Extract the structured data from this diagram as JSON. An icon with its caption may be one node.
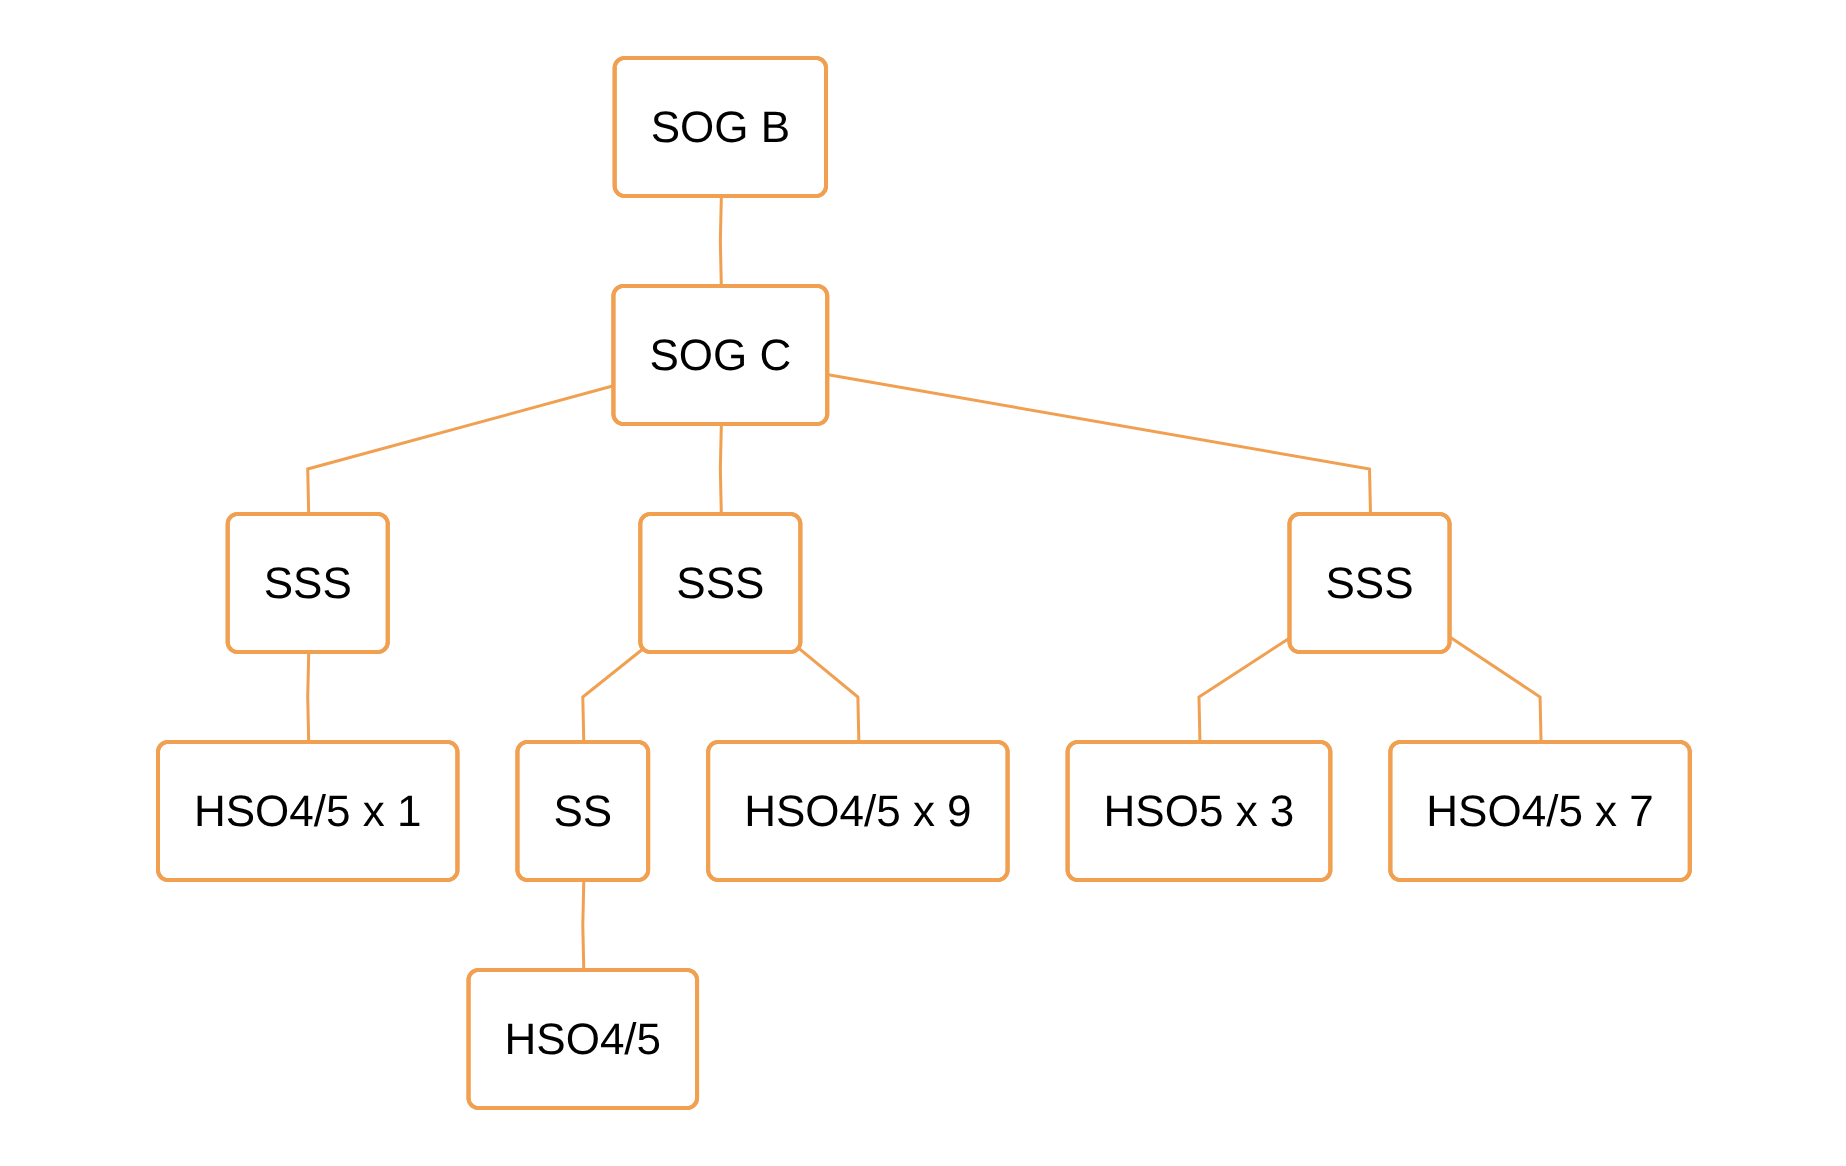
{
  "diagram": {
    "nodes": [
      {
        "text": [
          "SOG B"
        ]
      },
      {
        "text": [
          "SOG C"
        ]
      },
      {
        "text": [
          "SSS"
        ]
      },
      {
        "text": [
          "SSS"
        ]
      },
      {
        "text": [
          "SSS"
        ]
      },
      {
        "text": [
          "HSO4/5 x 1"
        ]
      },
      {
        "text": [
          "SS"
        ]
      },
      {
        "text": [
          "HSO4/5 x 9"
        ]
      },
      {
        "text": [
          "HSO5 x 3"
        ]
      },
      {
        "text": [
          "HSO4/5"
        ]
      },
      {
        "text": [
          "HSO4/5 x 7"
        ]
      }
    ],
    "edges": [
      {
        "from": 0,
        "to": 1,
        "arrow": "none"
      },
      {
        "from": 1,
        "to": 2,
        "arrow": "none"
      },
      {
        "from": 1,
        "to": 3,
        "arrow": "none"
      },
      {
        "from": 1,
        "to": 4,
        "arrow": "none"
      },
      {
        "from": 2,
        "to": 5,
        "arrow": "none"
      },
      {
        "from": 3,
        "to": 6,
        "arrow": "none"
      },
      {
        "from": 3,
        "to": 7,
        "arrow": "none"
      },
      {
        "from": 4,
        "to": 10,
        "arrow": "none"
      },
      {
        "from": 4,
        "to": 8,
        "arrow": "none"
      },
      {
        "from": 6,
        "to": 9,
        "arrow": "none"
      }
    ]
  }
}
